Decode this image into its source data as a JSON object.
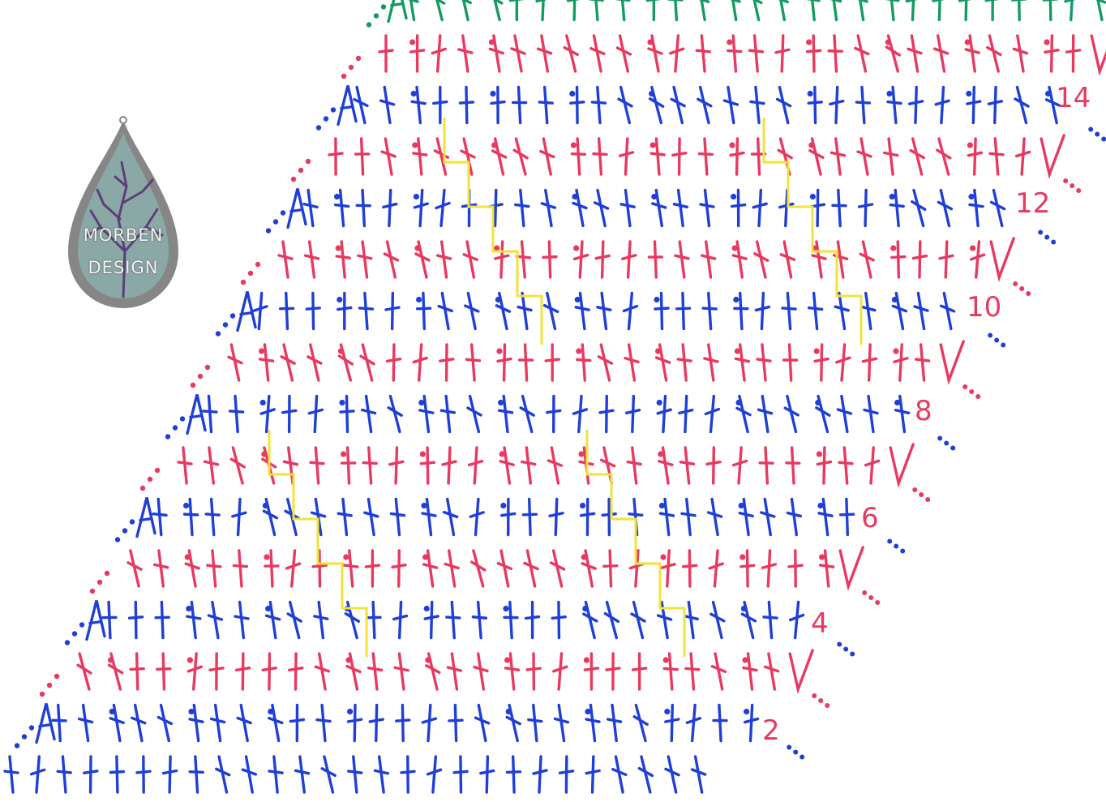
{
  "colors": {
    "blue": "#1f3fd6",
    "pink": "#e8395f",
    "green": "#159a63",
    "yellow": "#f1e33a",
    "logo_frame": "#868686",
    "logo_bg": "#8aa9a6",
    "logo_tree": "#5b3f78"
  },
  "logo": {
    "line1": "MORBEN",
    "line2": "DESIGN"
  },
  "row_labels": [
    "2",
    "4",
    "6",
    "8",
    "10",
    "12",
    "14"
  ],
  "diagram": {
    "foundation_stitch_count": 27,
    "stitch_rows": 15,
    "row_color_cycle": [
      "blue",
      "pink"
    ],
    "last_row_color": "green"
  }
}
